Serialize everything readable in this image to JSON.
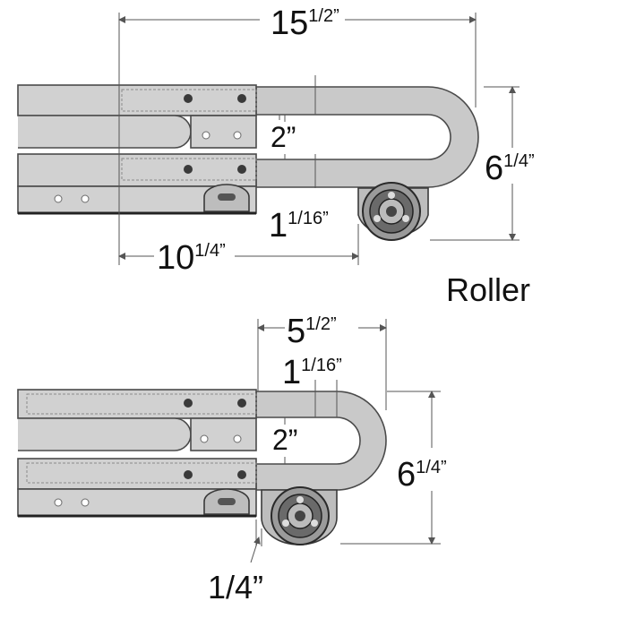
{
  "roller": {
    "label": "Roller",
    "dims": {
      "overall_width": {
        "main": "15",
        "sup": "1/2”"
      },
      "height": {
        "main": "6",
        "sup": "1/4”"
      },
      "gap": "2”",
      "tube": {
        "main": "1",
        "sup": "1/16”"
      },
      "offset": {
        "main": "10",
        "sup": "1/4”"
      }
    }
  },
  "lower": {
    "dims": {
      "width": {
        "main": "5",
        "sup": "1/2”"
      },
      "tube": {
        "main": "1",
        "sup": "1/16”"
      },
      "gap": "2”",
      "height": {
        "main": "6",
        "sup": "1/4”"
      },
      "offset": "1/4”"
    }
  }
}
